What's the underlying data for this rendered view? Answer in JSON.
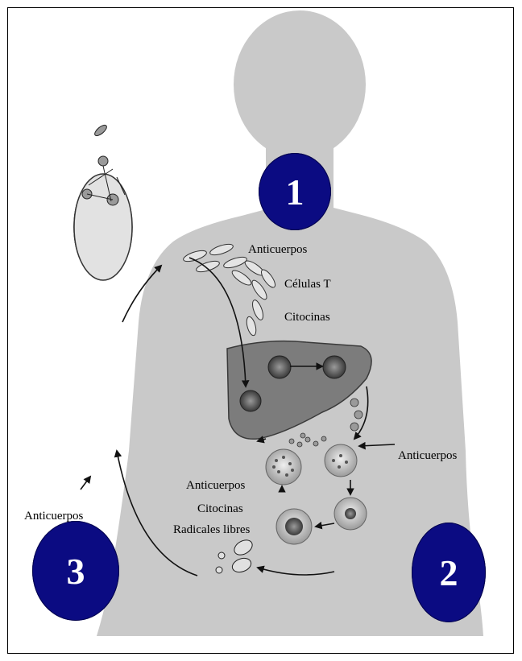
{
  "diagram": {
    "labels": {
      "anticuerpos_top": "Anticuerpos",
      "celulas_t": "Células T",
      "citocinas_top": "Citocinas",
      "anticuerpos_right": "Anticuerpos",
      "anticuerpos_mid": "Anticuerpos",
      "citocinas_mid": "Citocinas",
      "radicales_libres": "Radicales libres",
      "anticuerpos_left": "Anticuerpos"
    },
    "badges": {
      "one": "1",
      "two": "2",
      "three": "3"
    },
    "colors": {
      "badge": "#0b0b82",
      "body": "#c8c8c8",
      "liver": "#7a7a7a"
    }
  }
}
